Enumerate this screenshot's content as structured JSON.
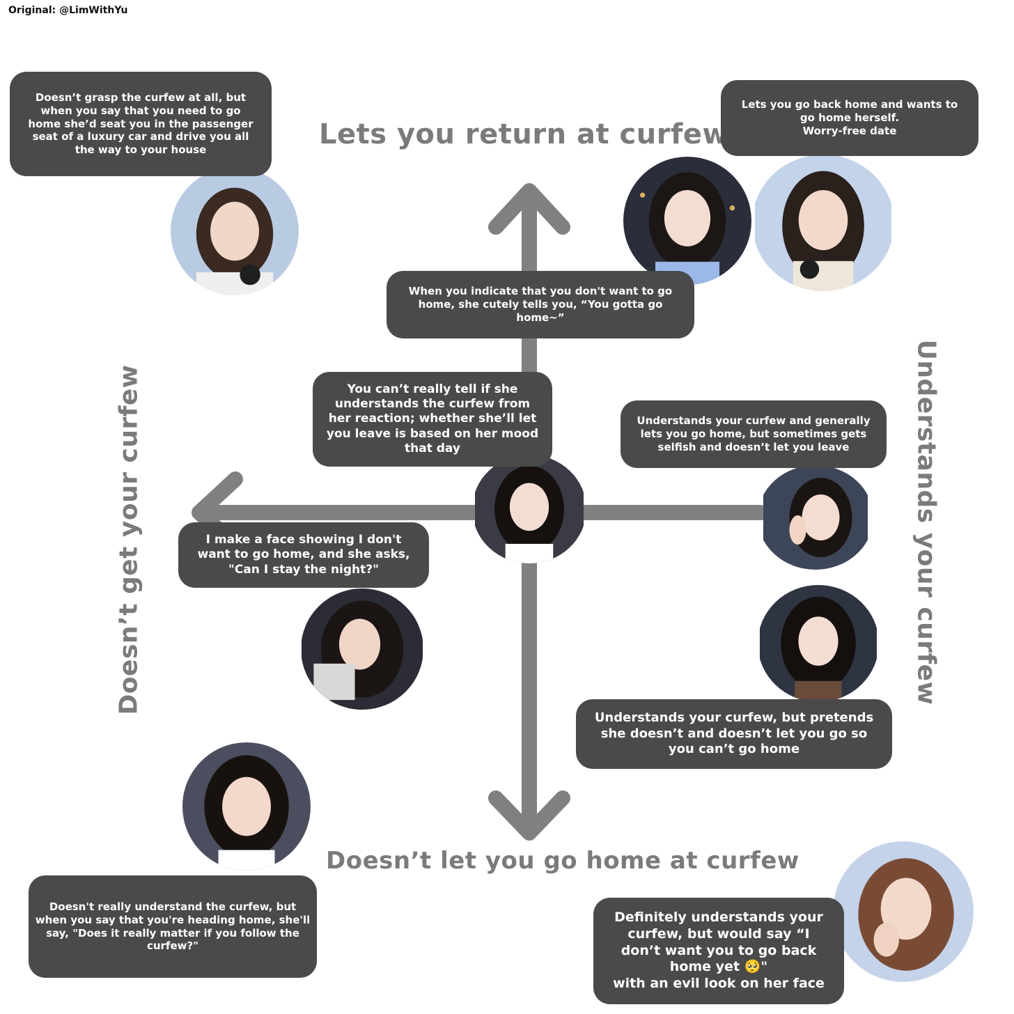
{
  "credit": "Original: @LimWithYu",
  "axes": {
    "top": "Lets you return at curfew",
    "bottom": "Doesn’t let you go home at curfew",
    "left": "Doesn’t get your curfew",
    "right": "Understands your curfew"
  },
  "bubbles": {
    "top_left": "Doesn’t grasp the curfew at all, but\nwhen you say that you need to go\nhome she’d seat you in the passenger\nseat of a luxury car and drive you all\nthe way to your house",
    "top_right": "Lets you go back home and wants to\ngo home herself.\nWorry-free date",
    "center_top": "When you indicate that you don't want to go\nhome, she cutely tells you, “You gotta go\nhome~”",
    "center": "You can’t really tell if she\nunderstands the curfew from\nher reaction; whether she’ll let\nyou leave is based on her mood\nthat day",
    "right_mid": "Understands your curfew and generally\nlets you go home, but sometimes gets\nselfish and doesn’t let you leave",
    "left_mid": "I make a face showing I don't\nwant to go home, and she asks,\n\"Can I stay the night?\"",
    "right_low": "Understands your curfew, but pretends\nshe doesn’t and doesn’t let you go so\nyou can’t go home",
    "bottom_left": "Doesn't really understand the curfew, but\nwhen you say that you're heading home, she'll\nsay, \"Does it really matter if you follow the\ncurfew?\"",
    "bottom_right": "Definitely understands your\ncurfew, but would say “I\ndon’t want you to go back\nhome yet 🥺\"\nwith an evil look on her face"
  },
  "colors": {
    "bubble": "#4a4a4a",
    "axis": "#808080",
    "label": "#7b7b7b"
  }
}
